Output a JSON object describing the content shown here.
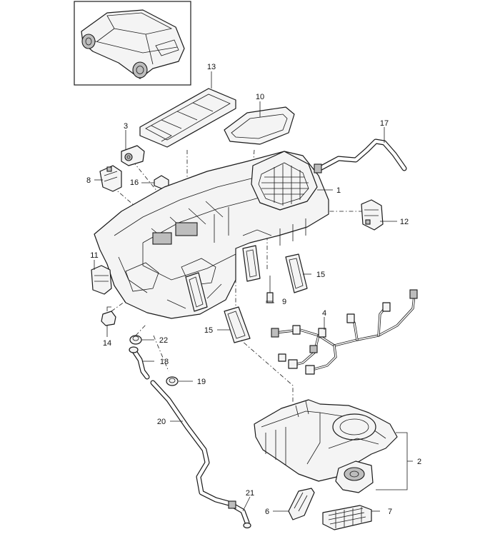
{
  "diagram": {
    "callouts": {
      "p1": "1",
      "p2": "2",
      "p3": "3",
      "p4": "4",
      "p6": "6",
      "p7": "7",
      "p8": "8",
      "p9": "9",
      "p10": "10",
      "p11": "11",
      "p12": "12",
      "p13": "13",
      "p14": "14",
      "p15a": "15",
      "p15b": "15",
      "p16": "16",
      "p17": "17",
      "p18": "18",
      "p19": "19",
      "p20": "20",
      "p21": "21",
      "p22": "22"
    }
  }
}
